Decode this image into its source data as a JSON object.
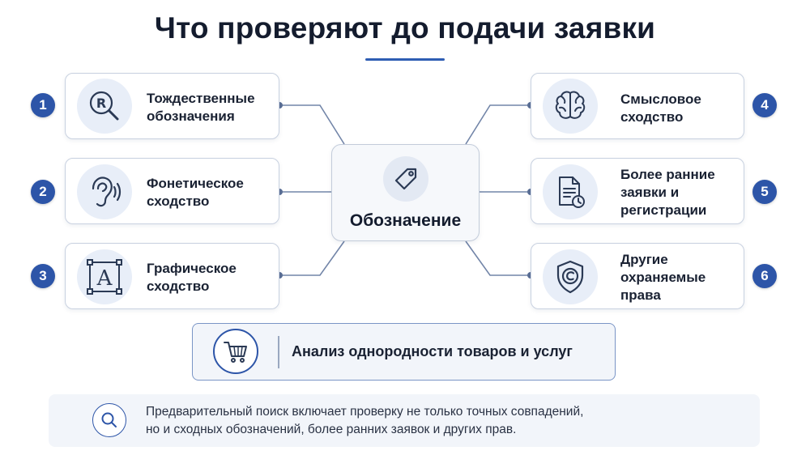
{
  "title": "Что проверяют до подачи заявки",
  "center": {
    "label": "Обозначение",
    "icon": "tag-icon"
  },
  "left_items": [
    {
      "number": "1",
      "label": "Тождественные\nобозначения",
      "icon": "registered-magnifier-icon"
    },
    {
      "number": "2",
      "label": "Фонетическое\nсходство",
      "icon": "ear-icon"
    },
    {
      "number": "3",
      "label": "Графическое\nсходство",
      "icon": "letter-frame-icon"
    }
  ],
  "right_items": [
    {
      "number": "4",
      "label": "Смысловое\nсходство",
      "icon": "brain-icon"
    },
    {
      "number": "5",
      "label": "Более ранние\nзаявки и\nрегистрации",
      "icon": "document-clock-icon"
    },
    {
      "number": "6",
      "label": "Другие\nохраняемые\nправа",
      "icon": "copyright-shield-icon"
    }
  ],
  "goods_analysis": {
    "label": "Анализ однородности товаров и услуг",
    "icon": "cart-icon"
  },
  "note": {
    "line1": "Предварительный поиск включает проверку не только точных совпадений,",
    "line2": "но и сходных обозначений, более ранних заявок и других прав.",
    "icon": "search-icon"
  },
  "colors": {
    "accent": "#2d55a8",
    "icon_stroke": "#2b3a55",
    "card_border": "#c8d1e0",
    "connector": "#7285a8",
    "note_background": "#f2f5fa"
  }
}
